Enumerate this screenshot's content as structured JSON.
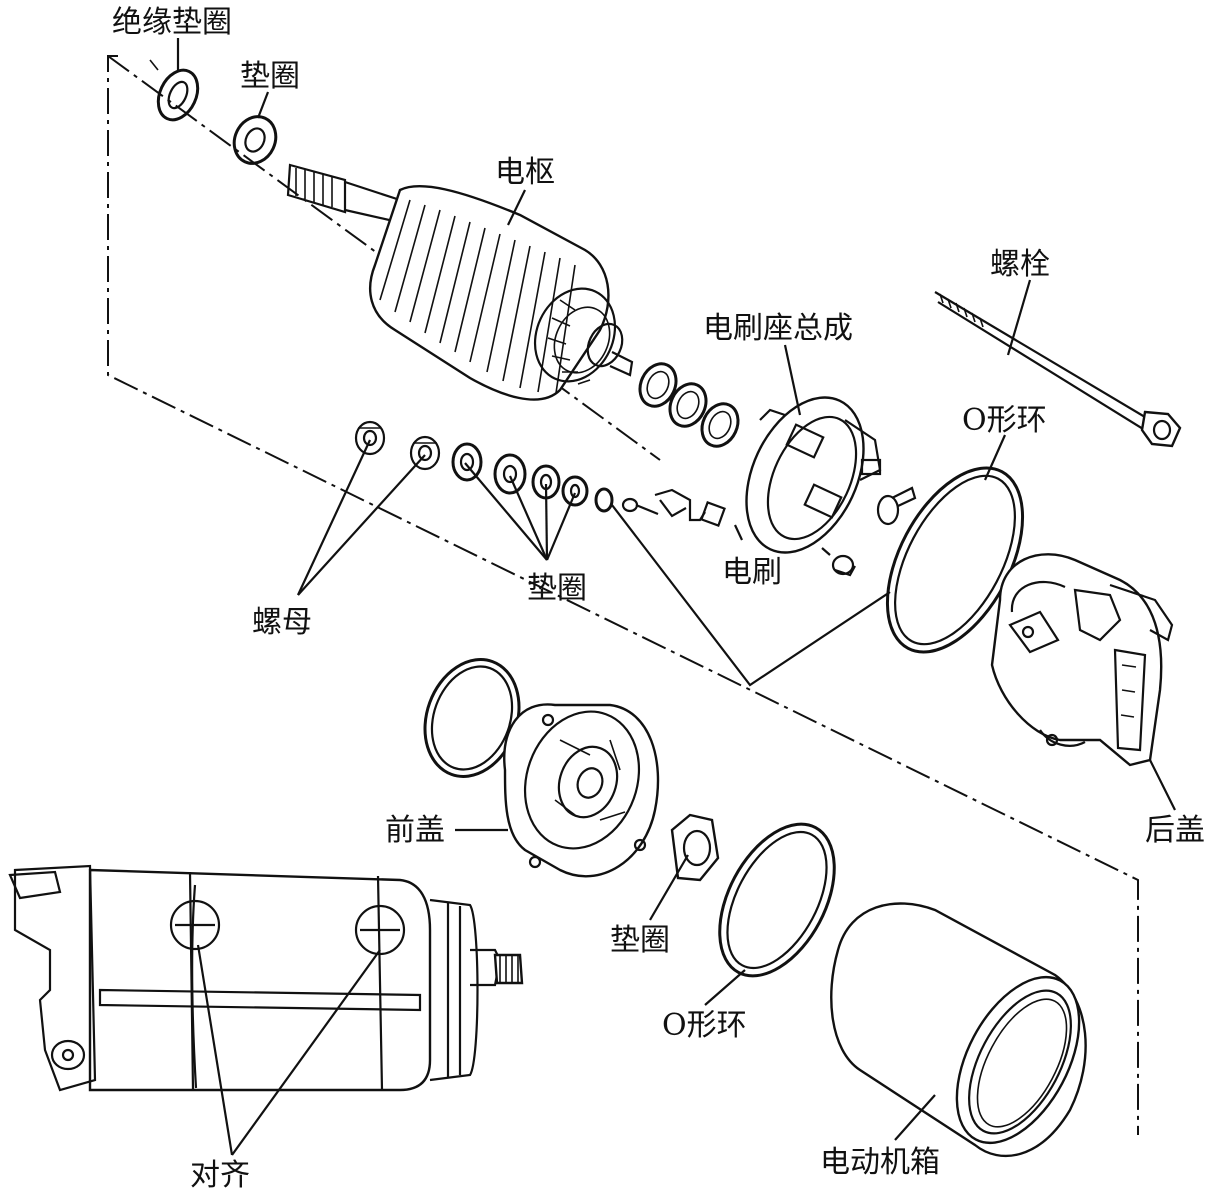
{
  "labels": {
    "insulating_washer": "绝缘垫圈",
    "washer_top": "垫圈",
    "armature": "电枢",
    "bolt": "螺栓",
    "brush_holder_assembly": "电刷座总成",
    "o_ring_top": "O形环",
    "brush": "电刷",
    "washers_mid": "垫圈",
    "nuts": "螺母",
    "rear_cover": "后盖",
    "front_cover": "前盖",
    "washer_bottom": "垫圈",
    "o_ring_bottom": "O形环",
    "motor_case": "电动机箱",
    "align": "对齐"
  }
}
